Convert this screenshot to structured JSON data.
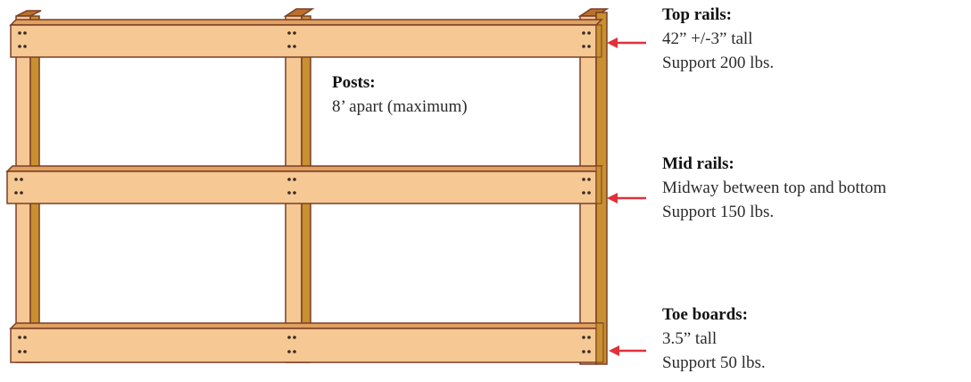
{
  "posts": {
    "title": "Posts:",
    "line1": "8’ apart (maximum)"
  },
  "top_rails": {
    "title": "Top rails:",
    "line1": "42” +/-3” tall",
    "line2": "Support 200 lbs."
  },
  "mid_rails": {
    "title": "Mid rails:",
    "line1": "Midway between top and bottom",
    "line2": "Support 150 lbs."
  },
  "toe_boards": {
    "title": "Toe boards:",
    "line1": "3.5” tall",
    "line2": "Support 50 lbs."
  },
  "colors": {
    "wood_face": "#f5c894",
    "wood_side": "#c8902e",
    "wood_dark": "#9a5a2c",
    "outline": "#7a3f26",
    "bolt": "#3a2a22",
    "arrow": "#e0303a"
  }
}
